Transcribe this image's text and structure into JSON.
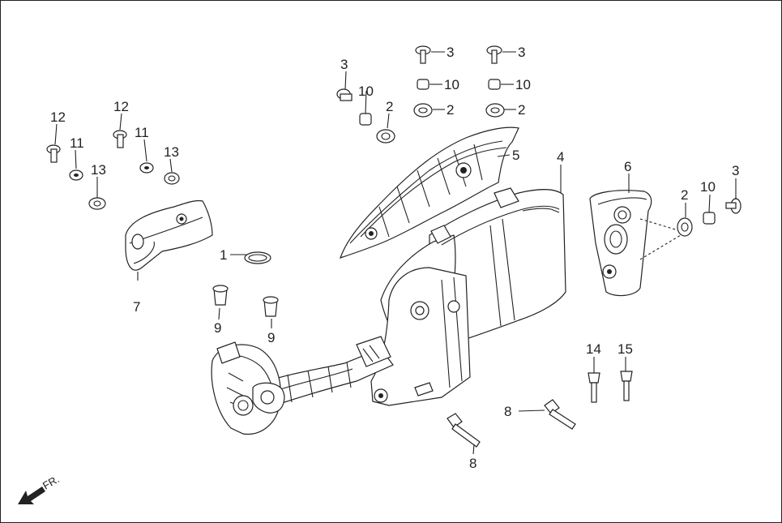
{
  "callouts": [
    {
      "id": "c12a",
      "label": "12"
    },
    {
      "id": "c11a",
      "label": "11"
    },
    {
      "id": "c13a",
      "label": "13"
    },
    {
      "id": "c12b",
      "label": "12"
    },
    {
      "id": "c11b",
      "label": "11"
    },
    {
      "id": "c13b",
      "label": "13"
    },
    {
      "id": "c7",
      "label": "7"
    },
    {
      "id": "c1",
      "label": "1"
    },
    {
      "id": "c9a",
      "label": "9"
    },
    {
      "id": "c9b",
      "label": "9"
    },
    {
      "id": "c3a",
      "label": "3"
    },
    {
      "id": "c10a",
      "label": "10"
    },
    {
      "id": "c2a",
      "label": "2"
    },
    {
      "id": "c3b",
      "label": "3"
    },
    {
      "id": "c10b",
      "label": "10"
    },
    {
      "id": "c2b",
      "label": "2"
    },
    {
      "id": "c3c",
      "label": "3"
    },
    {
      "id": "c10c",
      "label": "10"
    },
    {
      "id": "c2c",
      "label": "2"
    },
    {
      "id": "c5",
      "label": "5"
    },
    {
      "id": "c4",
      "label": "4"
    },
    {
      "id": "c6",
      "label": "6"
    },
    {
      "id": "c2d",
      "label": "2"
    },
    {
      "id": "c10d",
      "label": "10"
    },
    {
      "id": "c3d",
      "label": "3"
    },
    {
      "id": "c14",
      "label": "14"
    },
    {
      "id": "c15",
      "label": "15"
    },
    {
      "id": "c8a",
      "label": "8"
    },
    {
      "id": "c8b",
      "label": "8"
    }
  ],
  "direction_label": "FR."
}
